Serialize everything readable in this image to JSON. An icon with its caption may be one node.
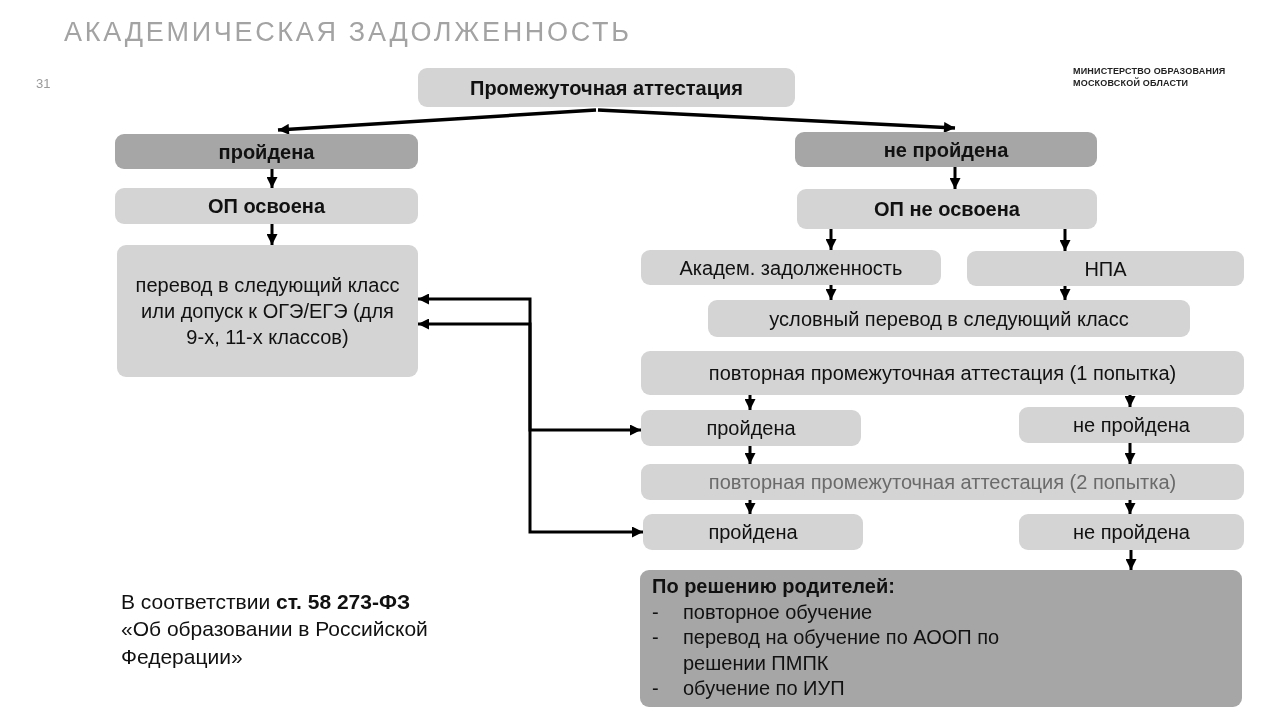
{
  "diagram": {
    "title": "АКАДЕМИЧЕСКАЯ ЗАДОЛЖЕННОСТЬ",
    "nodes": [
      {
        "text": [
          "Промежуточная аттестация"
        ]
      },
      {
        "text": [
          "пройдена"
        ]
      },
      {
        "text": [
          "не пройдена"
        ]
      },
      {
        "text": [
          "ОП освоена"
        ]
      },
      {
        "text": [
          "ОП не освоена"
        ]
      },
      {
        "text": [
          "перевод в следующий класс или допуск к ОГЭ/ЕГЭ (для 9-х, 11-х классов)"
        ]
      },
      {
        "text": [
          "Академ. задолженность"
        ]
      },
      {
        "text": [
          "НПА"
        ]
      },
      {
        "text": [
          "условный перевод в следующий класс"
        ]
      },
      {
        "text": [
          "повторная промежуточная аттестация (1 попытка)"
        ]
      },
      {
        "text": [
          "пройдена"
        ]
      },
      {
        "text": [
          "не пройдена"
        ]
      },
      {
        "text": [
          "повторная промежуточная аттестация (2 попытка)"
        ]
      },
      {
        "text": [
          "пройдена"
        ]
      },
      {
        "text": [
          "не пройдена"
        ]
      },
      {
        "text": [
          "По решению родителей:",
          "-",
          "повторное обучение",
          "-",
          "перевод на обучение по АООП по решении ПМПК",
          "-",
          "обучение по ИУП"
        ]
      }
    ],
    "edges": [
      {
        "from": 0,
        "to": 1,
        "arrow": "to"
      },
      {
        "from": 0,
        "to": 2,
        "arrow": "to"
      },
      {
        "from": 1,
        "to": 3,
        "arrow": "to"
      },
      {
        "from": 3,
        "to": 5,
        "arrow": "to"
      },
      {
        "from": 2,
        "to": 4,
        "arrow": "to"
      },
      {
        "from": 4,
        "to": 6,
        "arrow": "to"
      },
      {
        "from": 4,
        "to": 7,
        "arrow": "to"
      },
      {
        "from": 6,
        "to": 8,
        "arrow": "to"
      },
      {
        "from": 7,
        "to": 8,
        "arrow": "to"
      },
      {
        "from": 9,
        "to": 10,
        "arrow": "to"
      },
      {
        "from": 9,
        "to": 11,
        "arrow": "to"
      },
      {
        "from": 10,
        "to": 12,
        "arrow": "to"
      },
      {
        "from": 11,
        "to": 12,
        "arrow": "to"
      },
      {
        "from": 12,
        "to": 13,
        "arrow": "to"
      },
      {
        "from": 12,
        "to": 14,
        "arrow": "to"
      },
      {
        "from": 14,
        "to": 15,
        "arrow": "to"
      },
      {
        "from": 10,
        "to": 5,
        "arrow": "both"
      },
      {
        "from": 13,
        "to": 5,
        "arrow": "both"
      }
    ],
    "labels": [
      "31",
      "МИНИСТЕРСТВО ОБРАЗОВАНИЯ МОСКОВСКОЙ ОБЛАСТИ",
      "В соответствии **ст. 58 273-ФЗ** «Об образовании в Российской Федерации»"
    ]
  }
}
